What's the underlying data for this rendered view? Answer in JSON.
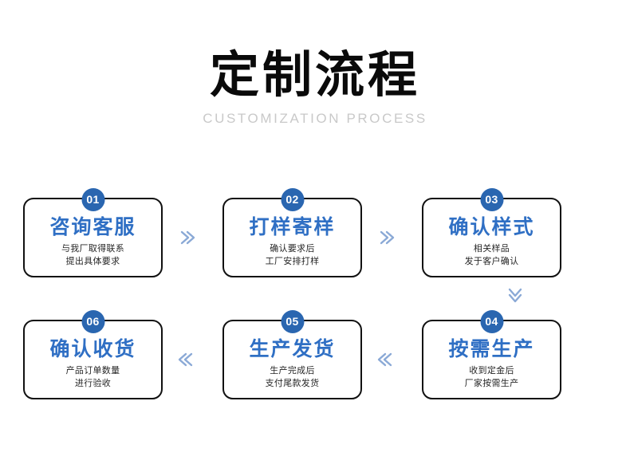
{
  "header": {
    "title": "定制流程",
    "subtitle": "CUSTOMIZATION PROCESS"
  },
  "colors": {
    "background": "#ffffff",
    "title": "#0a0a0a",
    "subtitle": "#c9c9c9",
    "box_border": "#111111",
    "badge_fill": "#2a66b0",
    "badge_text": "#ffffff",
    "step_title": "#2f6fc4",
    "step_desc": "#262626",
    "connector": "#8aa9d6"
  },
  "steps": [
    {
      "number": "01",
      "title": "咨询客服",
      "desc_line1": "与我厂取得联系",
      "desc_line2": "提出具体要求"
    },
    {
      "number": "02",
      "title": "打样寄样",
      "desc_line1": "确认要求后",
      "desc_line2": "工厂安排打样"
    },
    {
      "number": "03",
      "title": "确认样式",
      "desc_line1": "相关样品",
      "desc_line2": "发于客户确认"
    },
    {
      "number": "04",
      "title": "按需生产",
      "desc_line1": "收到定金后",
      "desc_line2": "厂家按需生产"
    },
    {
      "number": "05",
      "title": "生产发货",
      "desc_line1": "生产完成后",
      "desc_line2": "支付尾款发货"
    },
    {
      "number": "06",
      "title": "确认收货",
      "desc_line1": "产品订单数量",
      "desc_line2": "进行验收"
    }
  ],
  "connectors": [
    {
      "icon": "double-chevron-right-icon",
      "direction": "right"
    },
    {
      "icon": "double-chevron-right-icon",
      "direction": "right"
    },
    {
      "icon": "double-chevron-down-icon",
      "direction": "down"
    },
    {
      "icon": "double-chevron-left-icon",
      "direction": "left"
    },
    {
      "icon": "double-chevron-left-icon",
      "direction": "left"
    }
  ]
}
